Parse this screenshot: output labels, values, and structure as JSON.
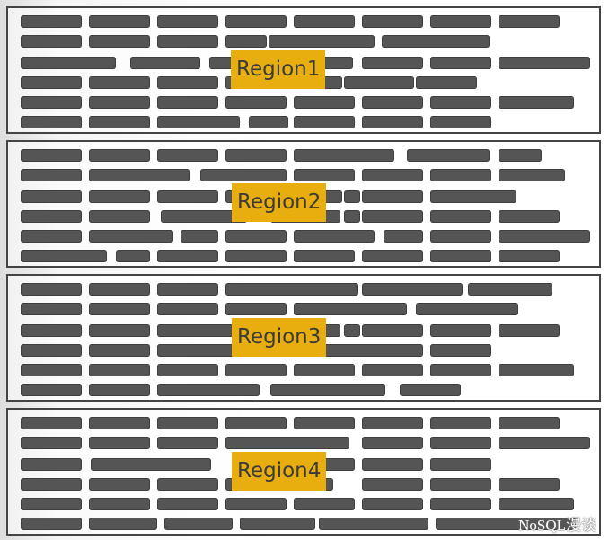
{
  "regions": [
    {
      "label": "Region1"
    },
    {
      "label": "Region2"
    },
    {
      "label": "Region3"
    },
    {
      "label": "Region4"
    }
  ],
  "watermark": "NoSQL漫谈",
  "colors": {
    "block": "#555555",
    "label_background": "#e8ae10",
    "label_text": "#3b3b3b",
    "border": "#444444"
  }
}
